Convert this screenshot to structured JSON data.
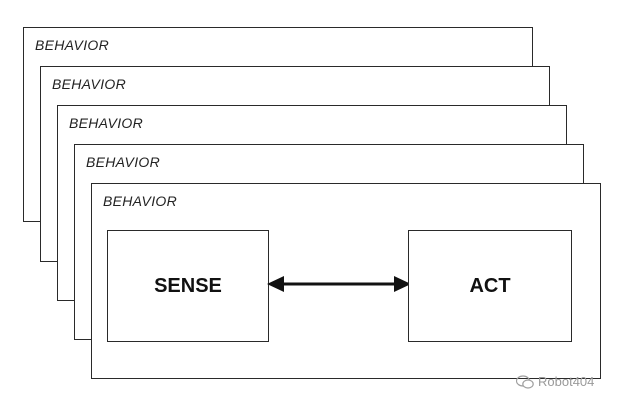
{
  "layers": [
    {
      "label": "BEHAVIOR"
    },
    {
      "label": "BEHAVIOR"
    },
    {
      "label": "BEHAVIOR"
    },
    {
      "label": "BEHAVIOR"
    },
    {
      "label": "BEHAVIOR"
    }
  ],
  "sense_label": "SENSE",
  "act_label": "ACT",
  "connector": "bidirectional-arrow",
  "watermark": {
    "icon": "wechat-icon",
    "text": "Robot404"
  }
}
